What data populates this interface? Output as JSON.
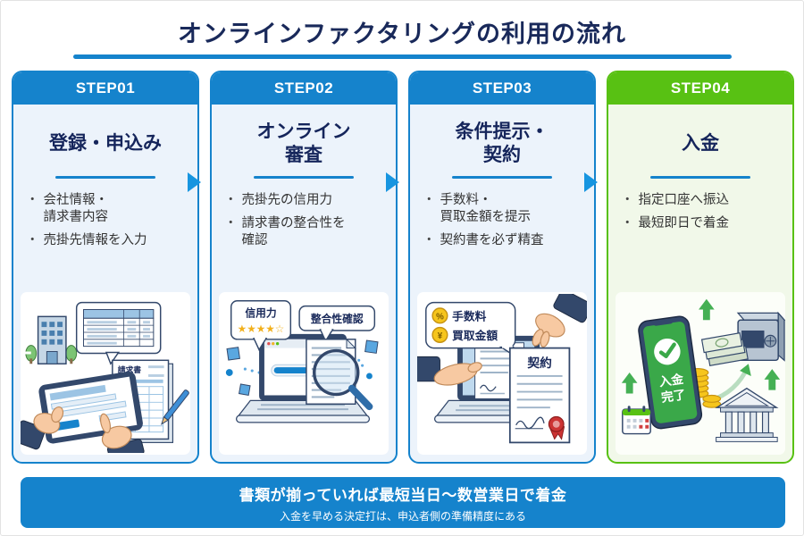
{
  "header": {
    "title": "オンラインファクタリングの利用の流れ"
  },
  "ui": {
    "bullet_marker": "・"
  },
  "colors": {
    "blue": "#1583cc",
    "green": "#58c113",
    "navy": "#19295a",
    "arrow_blue": "#1795e0"
  },
  "steps": [
    {
      "label": "STEP01",
      "title": "登録・申込み",
      "bullets": [
        "会社情報・\n請求書内容",
        "売掛先情報を入力"
      ]
    },
    {
      "label": "STEP02",
      "title": "オンライン\n審査",
      "bullets": [
        "売掛先の信用力",
        "請求書の整合性を\n確認"
      ]
    },
    {
      "label": "STEP03",
      "title": "条件提示・\n契約",
      "bullets": [
        "手数料・\n買取金額を提示",
        "契約書を必ず精査"
      ]
    },
    {
      "label": "STEP04",
      "title": "入金",
      "bullets": [
        "指定口座へ振込",
        "最短即日で着金"
      ]
    }
  ],
  "illustrations": {
    "step1": {
      "invoice_title": "請求書"
    },
    "step2": {
      "credit_label": "信用力",
      "credit_stars": "★★★★☆",
      "consistency_label": "整合性確認"
    },
    "step3": {
      "fee_coin": "%",
      "fee_label": "手数料",
      "amount_coin": "¥",
      "amount_label": "買取金額",
      "contract_title": "契約"
    },
    "step4": {
      "done_line1": "入金",
      "done_line2": "完了"
    }
  },
  "banner": {
    "main": "書類が揃っていれば最短当日〜数営業日で着金",
    "sub": "入金を早める決定打は、申込者側の準備精度にある"
  }
}
